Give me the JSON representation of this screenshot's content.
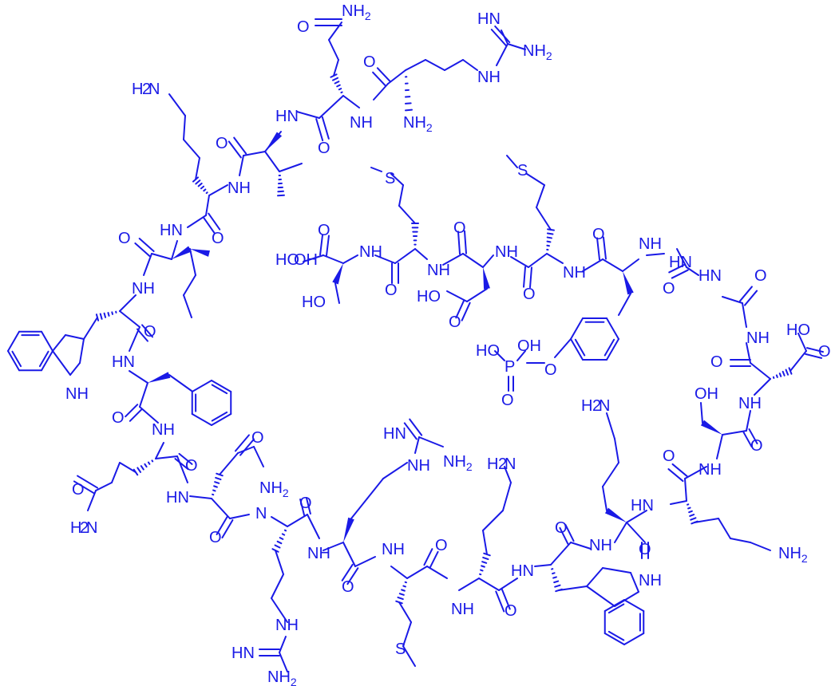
{
  "labels": {
    "oxygen": "O",
    "nitrogen": "N",
    "amine_nh": "NH",
    "amine_hn": "HN",
    "imine_hn": "HN",
    "amine_nh2": "NH",
    "amine_h2n": "H",
    "amino_n": "N",
    "sulfur": "S",
    "phosphorus": "P",
    "hydroxyl_oh": "OH",
    "hydroxyl_ho": "HO",
    "nh_indole": "NH",
    "h_indole": "H",
    "subscript_2": "2"
  },
  "colors": {
    "structure": "#1a1ae6"
  }
}
